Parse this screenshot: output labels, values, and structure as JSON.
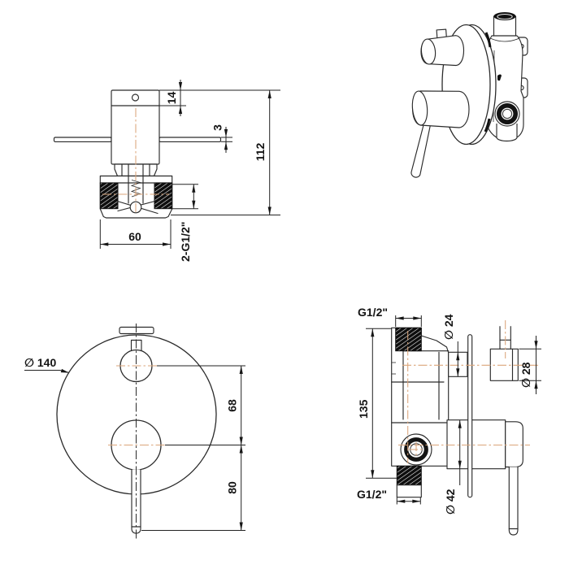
{
  "document_type": "technical-drawing",
  "colors": {
    "line": "#2b2b2b",
    "centerline": "#dba57a",
    "thread_fill": "#0e0e0e",
    "text": "#141414",
    "background": "#ffffff"
  },
  "views": {
    "side": {
      "dims": {
        "cap_height": "14",
        "plate_thickness": "3",
        "total_height": "112",
        "body_width": "60",
        "thread_spec": "2-G1/2\""
      }
    },
    "front": {
      "dims": {
        "plate_diameter": "∅ 140",
        "center_spacing": "68",
        "lever_length": "80"
      }
    },
    "section": {
      "dims": {
        "top_thread": "G1/2\"",
        "stem_diameter": "∅ 24",
        "knob_diameter": "∅ 28",
        "body_height": "135",
        "bottom_thread": "G1/2\"",
        "handle_diameter": "∅ 42"
      }
    }
  }
}
